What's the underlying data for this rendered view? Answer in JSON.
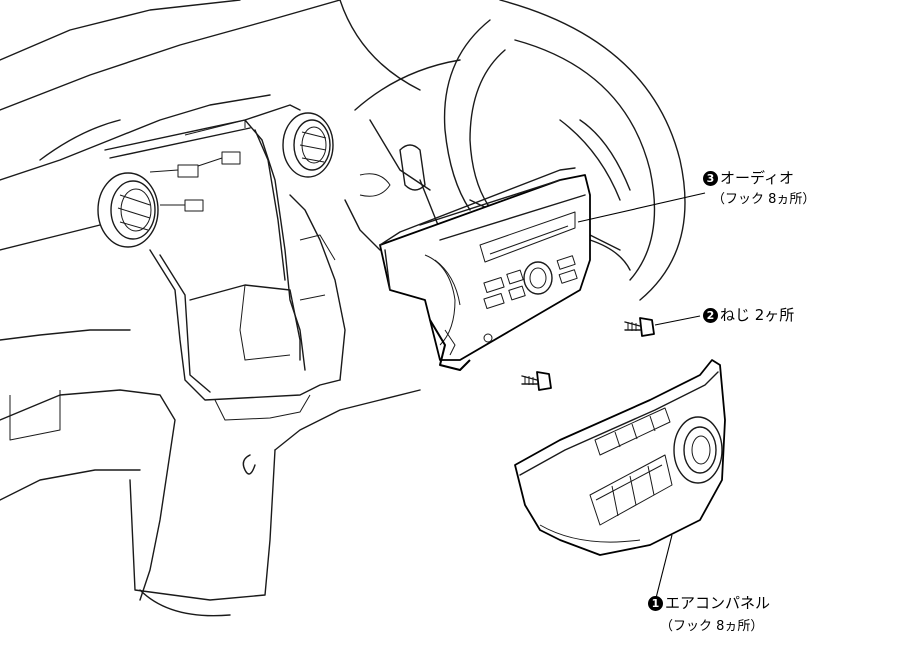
{
  "callouts": [
    {
      "id": "audio",
      "number": "3",
      "label": "オーディオ",
      "detail": "（フック 8ヵ所）"
    },
    {
      "id": "screw",
      "number": "2",
      "label": "ねじ 2ヶ所",
      "detail": ""
    },
    {
      "id": "ac_panel",
      "number": "1",
      "label": "エアコンパネル",
      "detail": "（フック 8ヵ所）"
    }
  ],
  "colors": {
    "line": "#1a1a1a",
    "background": "#ffffff"
  }
}
